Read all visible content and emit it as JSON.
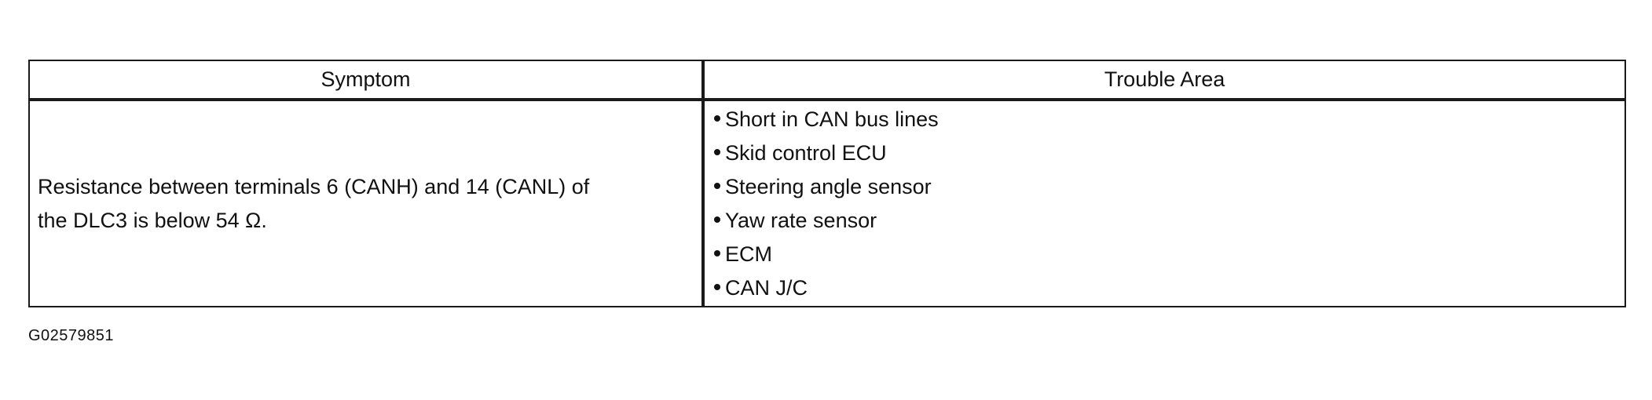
{
  "table": {
    "headers": {
      "symptom": "Symptom",
      "trouble_area": "Trouble Area"
    },
    "rows": [
      {
        "symptom_lines": [
          "Resistance between terminals 6 (CANH) and 14 (CANL) of",
          "the DLC3 is below 54 Ω."
        ],
        "trouble_areas": [
          "Short in CAN bus lines",
          "Skid control ECU",
          "Steering angle sensor",
          "Yaw rate sensor",
          "ECM",
          "CAN J/C"
        ]
      }
    ]
  },
  "figure_id": "G02579851"
}
